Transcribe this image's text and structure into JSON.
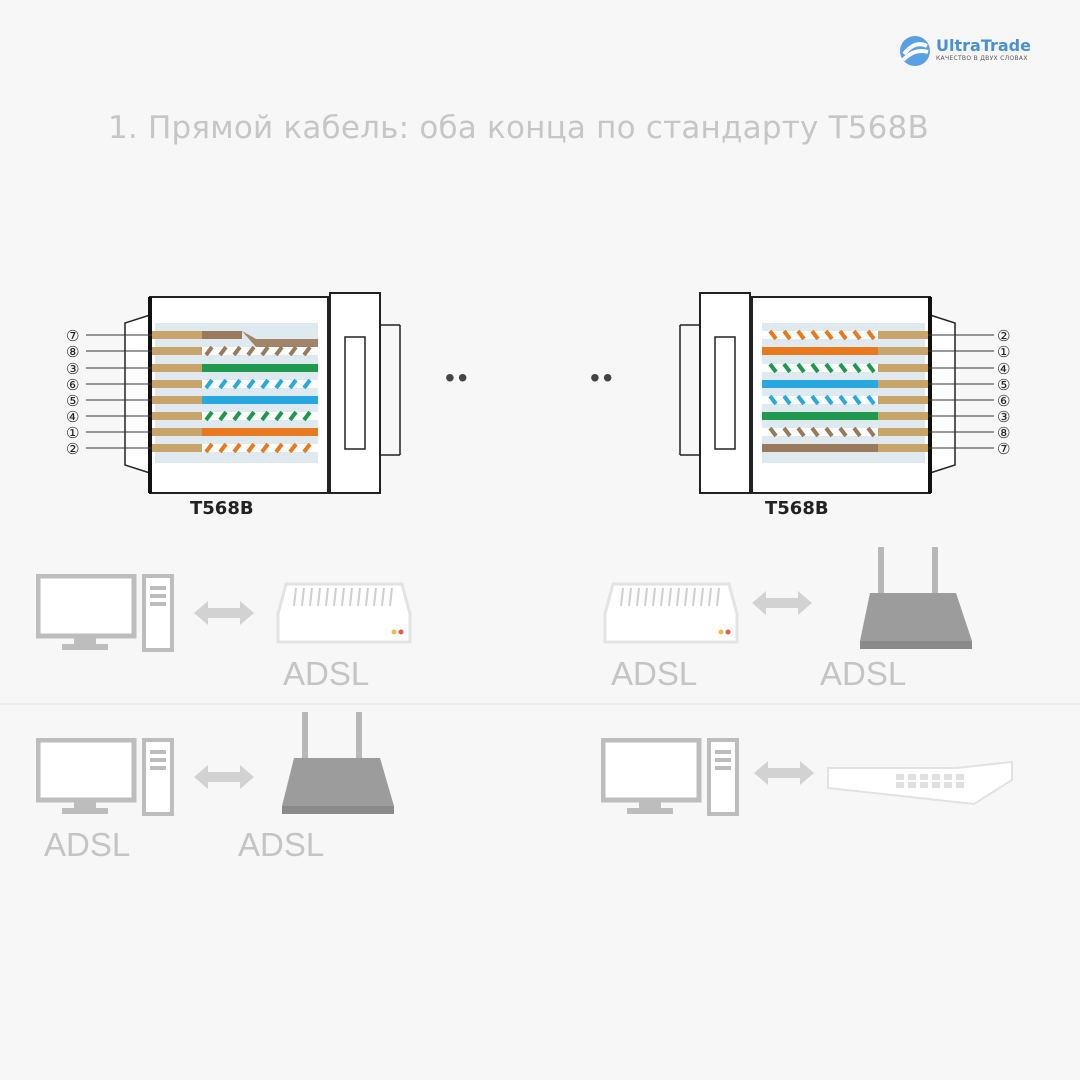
{
  "brand": {
    "name": "UltraTrade",
    "tagline": "КАЧЕСТВО В ДВУХ СЛОВАХ",
    "color": "#4a90d6"
  },
  "title": "1. Прямой кабель: оба конца по стандарту T568B",
  "connectors": [
    {
      "label": "T568B",
      "pins": [
        "⑦",
        "⑧",
        "③",
        "⑥",
        "⑤",
        "④",
        "①",
        "②"
      ]
    },
    {
      "label": "T568B",
      "pins": [
        "②",
        "①",
        "④",
        "⑤",
        "⑥",
        "③",
        "⑧",
        "⑦"
      ]
    }
  ],
  "separator": "••",
  "device_labels": {
    "top_left_modem": "ADSL",
    "top_right_modem": "ADSL",
    "top_right_router": "ADSL",
    "bottom_left_pc": "ADSL",
    "bottom_left_router": "ADSL"
  },
  "wire_colors": {
    "orange": "#e8791e",
    "green": "#1f9a4c",
    "blue": "#28a8e0",
    "brown": "#9a7a5c",
    "gold": "#c9a46a"
  }
}
